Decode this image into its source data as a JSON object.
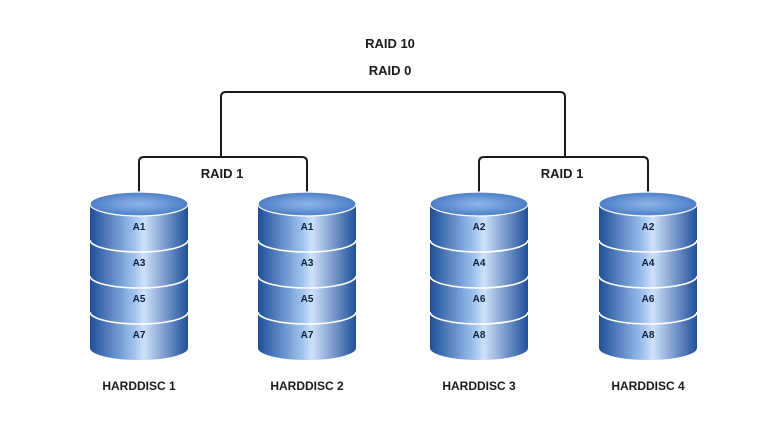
{
  "title_lines": [
    "RAID 10",
    "RAID 0"
  ],
  "mirror_label": "RAID 1",
  "colors": {
    "line": "#1a1a1a",
    "disk_dark": "#1f4f9a",
    "disk_mid": "#5f92d6",
    "disk_light": "#cfe1fa",
    "disk_top": "#7ea9e3"
  },
  "disks": [
    {
      "name": "HARDDISC 1",
      "blocks": [
        "A1",
        "A3",
        "A5",
        "A7"
      ]
    },
    {
      "name": "HARDDISC 2",
      "blocks": [
        "A1",
        "A3",
        "A5",
        "A7"
      ]
    },
    {
      "name": "HARDDISC 3",
      "blocks": [
        "A2",
        "A4",
        "A6",
        "A8"
      ]
    },
    {
      "name": "HARDDISC 4",
      "blocks": [
        "A2",
        "A4",
        "A6",
        "A8"
      ]
    }
  ]
}
